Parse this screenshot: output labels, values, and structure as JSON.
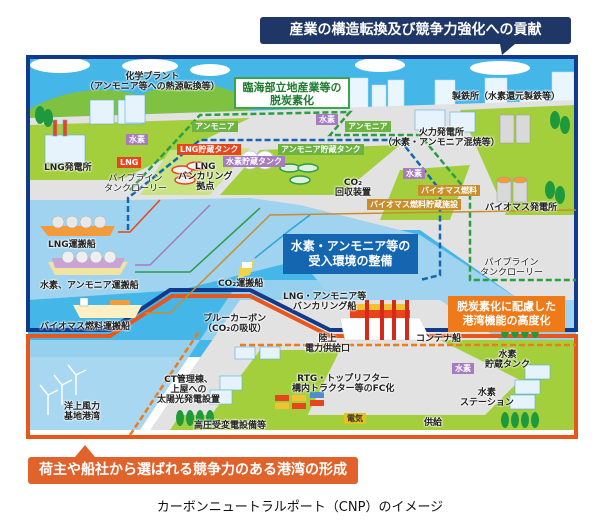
{
  "callouts": {
    "top": "産業の構造転換及び競争力強化への貢献",
    "bottom": "荷主や船社から選ばれる競争力のある港湾の形成"
  },
  "boxes": {
    "green": [
      "臨海部立地産業等の",
      "脱炭素化"
    ],
    "blue": [
      "水素・アンモニア等の",
      "受入環境の整備"
    ],
    "orange": [
      "脱炭素化に配慮した",
      "港湾機能の高度化"
    ]
  },
  "facilities": {
    "chemical_plant": [
      "化学プラント",
      "（アンモニア等への熱源転換等）"
    ],
    "lng_power": "LNG発電所",
    "pipeline_left": [
      "パイプライン",
      "タンクローリー"
    ],
    "lng_bunkering": [
      "LNG",
      "バンカリング",
      "拠点"
    ],
    "steelworks": "製鉄所（水素還元製鉄等）",
    "thermal_power": [
      "火力発電所",
      "（水素・アンモニア混焼等）"
    ],
    "co2_capture": [
      "CO₂",
      "回収装置"
    ],
    "biomass_power": "バイオマス発電所",
    "pipeline_right": [
      "パイプライン",
      "タンクローリー"
    ],
    "lng_carrier": "LNG運搬船",
    "h2_nh3_carrier": "水素、アンモニア運搬船",
    "biomass_carrier": "バイオマス燃料運搬船",
    "co2_carrier": "CO₂運搬船",
    "lng_nh3_bunkering_ship": [
      "LNG・アンモニア等",
      "バンカリング船"
    ],
    "blue_carbon": [
      "ブルーカーボン",
      "（CO₂の吸収）"
    ],
    "shore_power": [
      "陸上",
      "電力供給口"
    ],
    "container_ship": "コンテナ船",
    "h2_storage": [
      "水素",
      "貯蔵タンク"
    ],
    "ct_building": [
      "CT管理棟、",
      "上屋への",
      "太陽光発電設置"
    ],
    "rtg": [
      "RTG・トップリフター",
      "構内トラクター等のFC化"
    ],
    "offshore_wind": [
      "洋上風力",
      "基地港湾"
    ],
    "h2_station": [
      "水素",
      "ステーション"
    ],
    "high_voltage": "高圧受変電設備等",
    "supply": "供給"
  },
  "tags": {
    "ammonia_1": "アンモニア",
    "hydrogen_1": "水素",
    "ammonia_2": "アンモニア",
    "hydrogen_left": "水素",
    "lng_storage": "LNG貯蔵タンク",
    "h2_storage_tank": "水素貯蔵タンク",
    "nh3_storage": "アンモニア貯蔵タンク",
    "lng": "LNG",
    "hydrogen_mid": "水素",
    "biomass_fuel": "バイオマス燃料",
    "biomass_storage": "バイオマス燃料貯蔵施設",
    "hydrogen_right": "水素",
    "electricity": "電気"
  },
  "caption": "カーボンニュートラルポート（CNP）のイメージ",
  "colors": {
    "navy": "#1f3766",
    "sea": "#9fd3ef",
    "sky": "#45b6e8",
    "land": "#e2e2e2",
    "grass": "#a3cf3c",
    "orange_border": "#e8561a",
    "blue_border": "#123a8c"
  }
}
